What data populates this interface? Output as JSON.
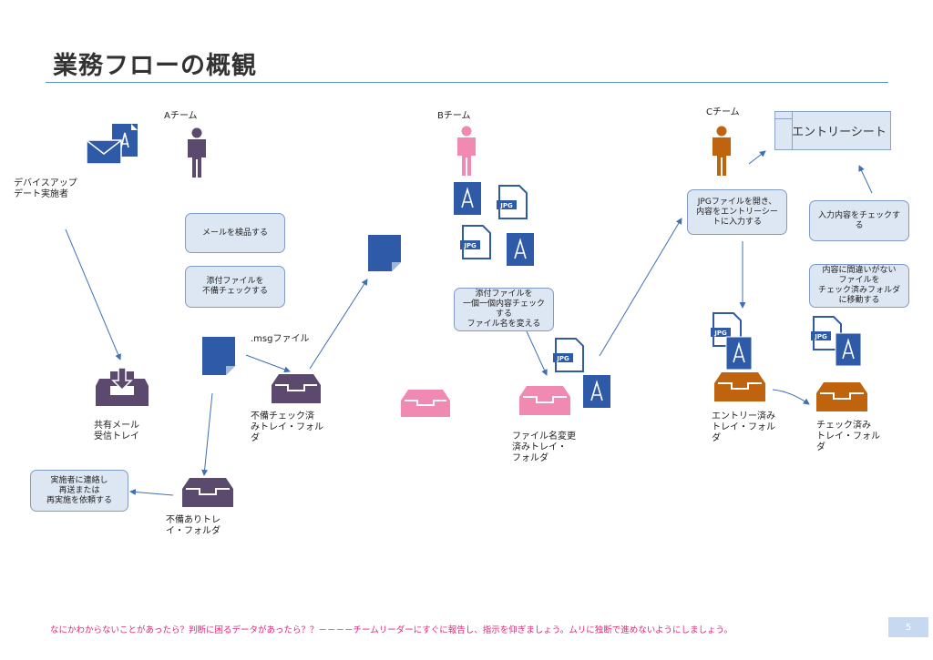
{
  "title": "業務フローの概観",
  "teams": {
    "a": "Aチーム",
    "b": "Bチーム",
    "c": "Cチーム"
  },
  "labels": {
    "device_update": "デバイスアップ\nデート実施者",
    "shared_mail": "共有メール\n受信トレイ",
    "msg_file": ".msgファイル",
    "defect_checked_tray": "不備チェック済\nみトレイ・フォル\nダ",
    "defect_tray": "不備ありトレ\nイ・フォルダ",
    "renamed_tray": "ファイル名変更\n済みトレイ・\nフォルダ",
    "entered_tray": "エントリー済み\nトレイ・フォル\nダ",
    "checked_tray": "チェック済み\nトレイ・フォル\nダ"
  },
  "boxes": {
    "inspect_mail": "メールを検品する",
    "check_attachment": "添付ファイルを\n不備チェックする",
    "notify_implementer": "実施者に連絡し\n再送または\n再実施を依頼する",
    "check_each": "添付ファイルを\n一個一個内容チェック\nする\nファイル名を変える",
    "open_jpg": "JPGファイルを開き、\n内容をエントリーシー\nトに入力する",
    "check_input": "入力内容をチェックす\nる",
    "move_checked": "内容に間違いがない\nファイルを\nチェック済みフォルダ\nに移動する"
  },
  "entry_sheet": "エントリーシート",
  "icons": {
    "jpg_label": "JPG",
    "colors": {
      "purple": "#5b4a6e",
      "pink": "#f08ab2",
      "orange": "#c0630f",
      "blue": "#2e5aa8"
    }
  },
  "footer": "なにかわからないことがあったら？判断に困るデータがあったら？？－－－－チームリーダーにすぐに報告し、指示を仰ぎましょう。ムリに独断で進めないようにしましょう。",
  "page_number": "5"
}
